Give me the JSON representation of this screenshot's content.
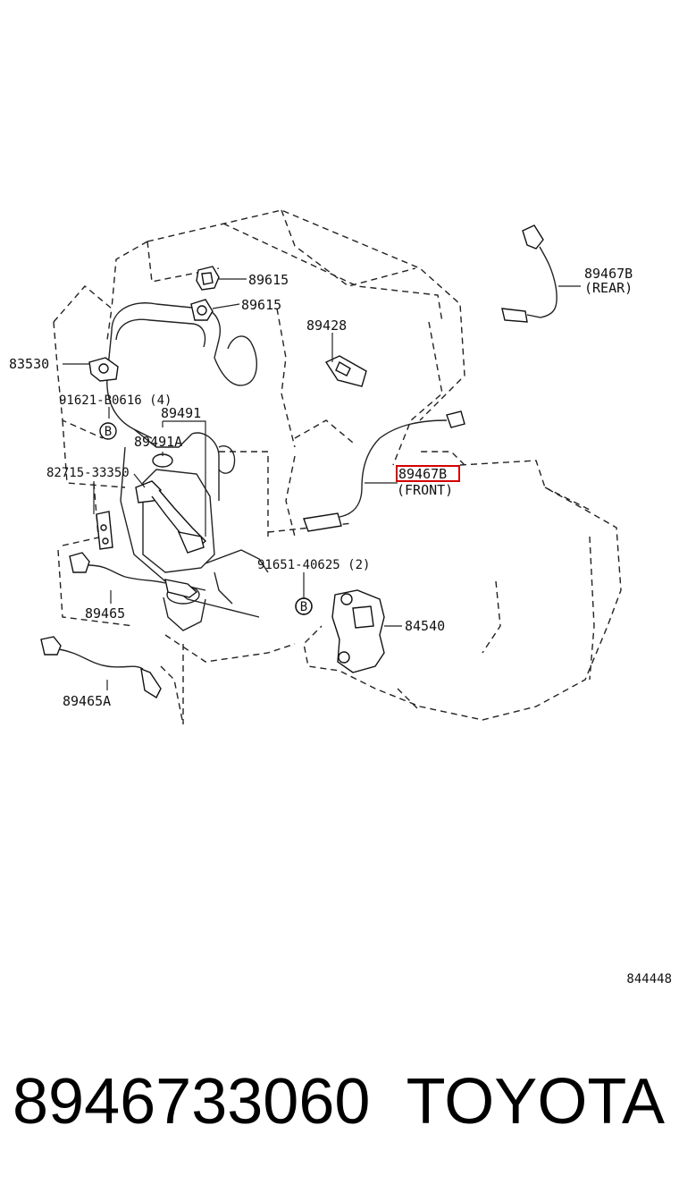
{
  "labels": {
    "p89615a": "89615",
    "p89615b": "89615",
    "p89467b_rear_num": "89467B",
    "p89467b_rear_sub": "(REAR)",
    "p89428": "89428",
    "p83530": "83530",
    "p91621": "91621-B0616 (4)",
    "circle_b_1": "B",
    "p89491": "89491",
    "p89491a": "89491A",
    "p82715": "82715-33350",
    "p89467b_front_num": "89467B",
    "p89467b_front_sub": "(FRONT)",
    "p91651": "91651-40625 (2)",
    "circle_b_2": "B",
    "p84540": "84540",
    "p89465": "89465",
    "p89465a": "89465A"
  },
  "diagram_ref": "844448",
  "footer": {
    "part_number": "8946733060",
    "brand": "TOYOTA"
  },
  "highlight_color": "#d40000"
}
